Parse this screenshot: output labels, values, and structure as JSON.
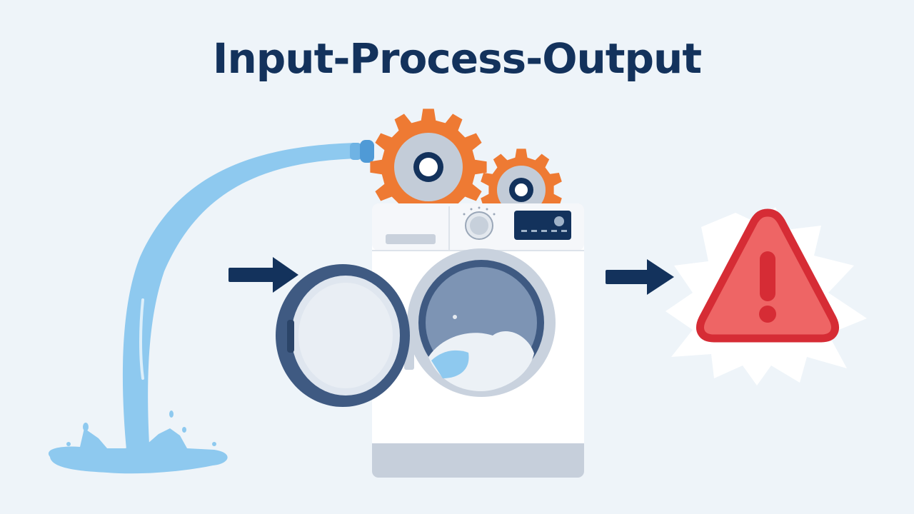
{
  "title": "Input-Process-Output",
  "colors": {
    "background": "#eef4f9",
    "title": "#13325c",
    "arrow": "#13325c",
    "water": "#8ec9ef",
    "gear": "#ee7a33",
    "machine_body": "#ffffff",
    "machine_base": "#c6cfdb",
    "door_frame": "#3f5a82",
    "warning_fill": "#ee6565",
    "warning_border": "#d62c35"
  },
  "diagram": {
    "input": {
      "icon": "water-hose-icon"
    },
    "process": {
      "icon": "washing-machine-icon",
      "gears": [
        "large-gear-icon",
        "small-gear-icon"
      ]
    },
    "output": {
      "icon": "warning-triangle-icon"
    },
    "arrows": [
      "input-to-process-arrow",
      "process-to-output-arrow"
    ]
  }
}
